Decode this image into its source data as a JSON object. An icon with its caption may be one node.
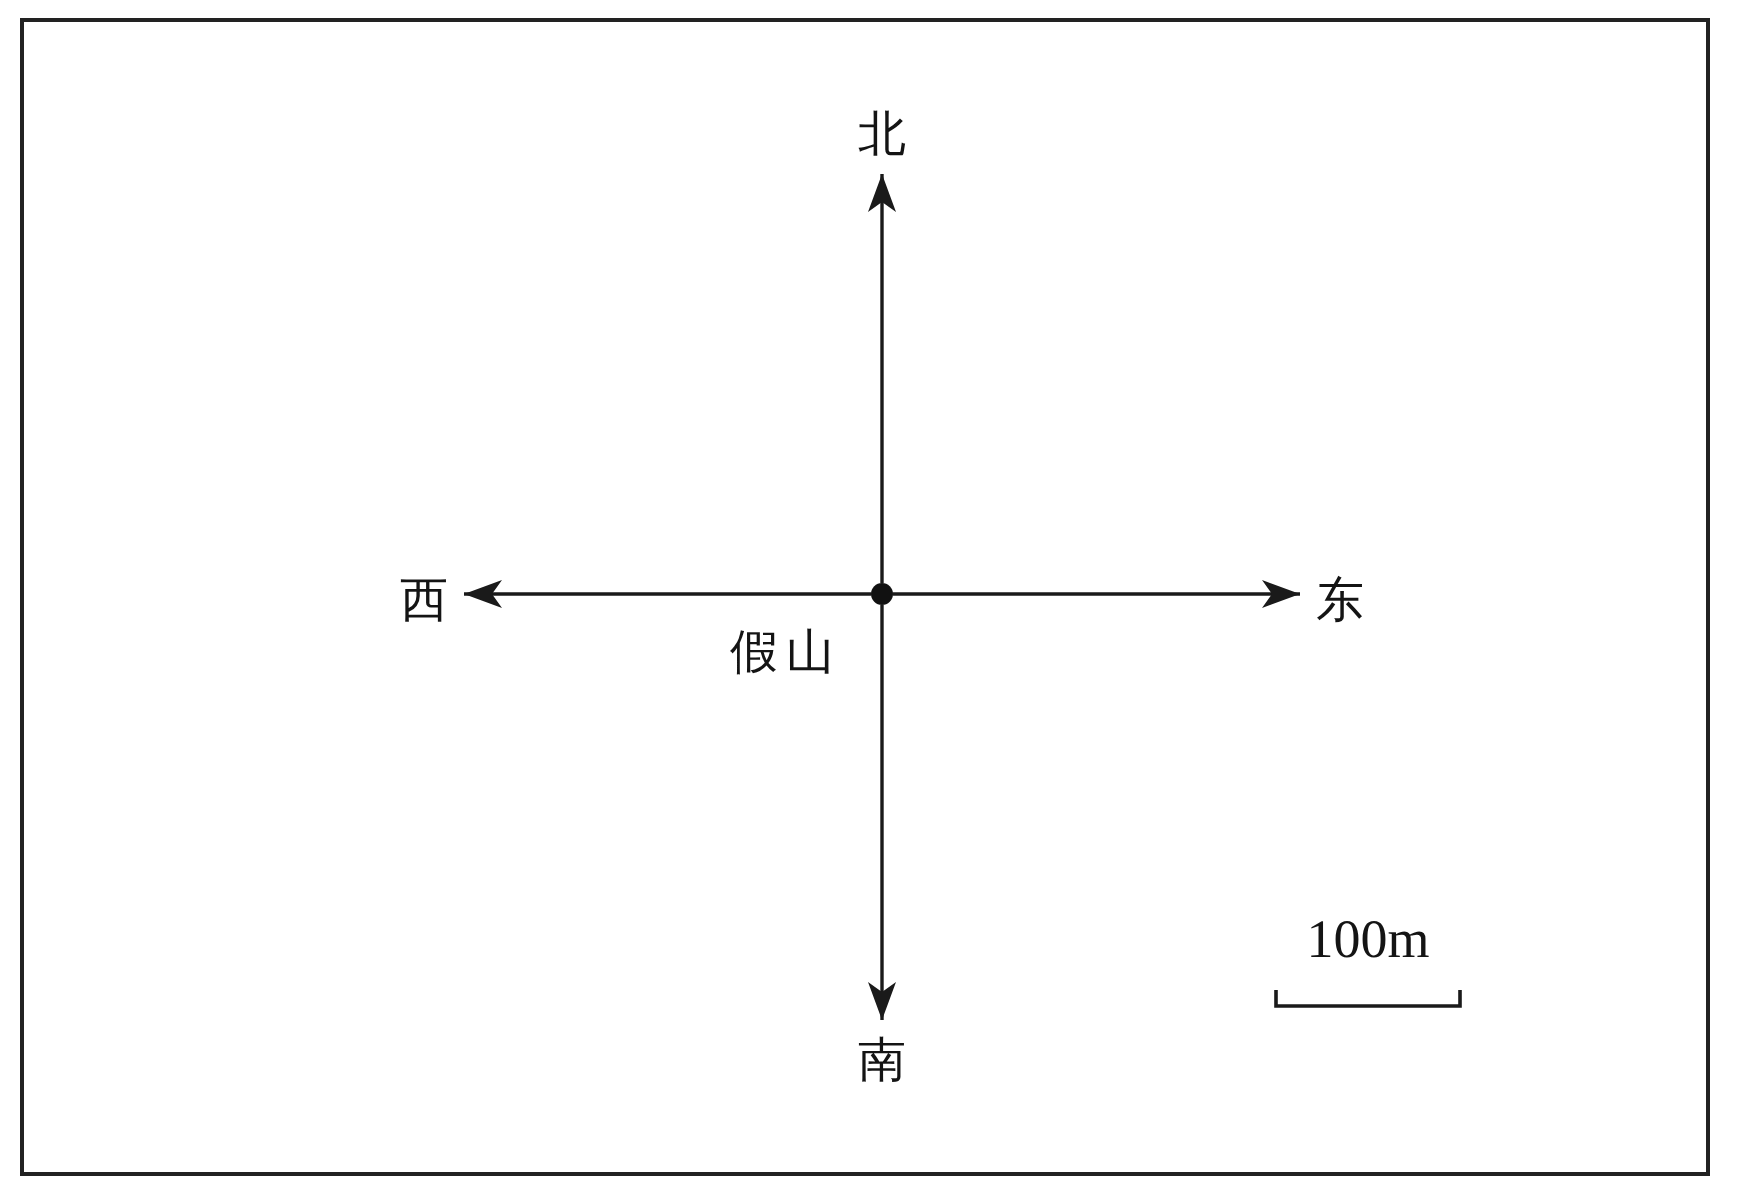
{
  "diagram": {
    "nodes": [
      {
        "text": [
          "北"
        ]
      },
      {
        "text": [
          "西"
        ]
      },
      {
        "text": [],
        "shape": "circle",
        "beside": [
          "假山"
        ]
      },
      {
        "text": [
          "东"
        ]
      },
      {
        "text": [
          "南"
        ]
      }
    ],
    "edges": [
      {
        "from": 2,
        "to": 0,
        "arrow": "to"
      },
      {
        "from": 2,
        "to": 3,
        "arrow": "to"
      },
      {
        "from": 2,
        "to": 4,
        "arrow": "to"
      },
      {
        "from": 2,
        "to": 1,
        "arrow": "to"
      }
    ],
    "labels": [
      "100m"
    ]
  }
}
